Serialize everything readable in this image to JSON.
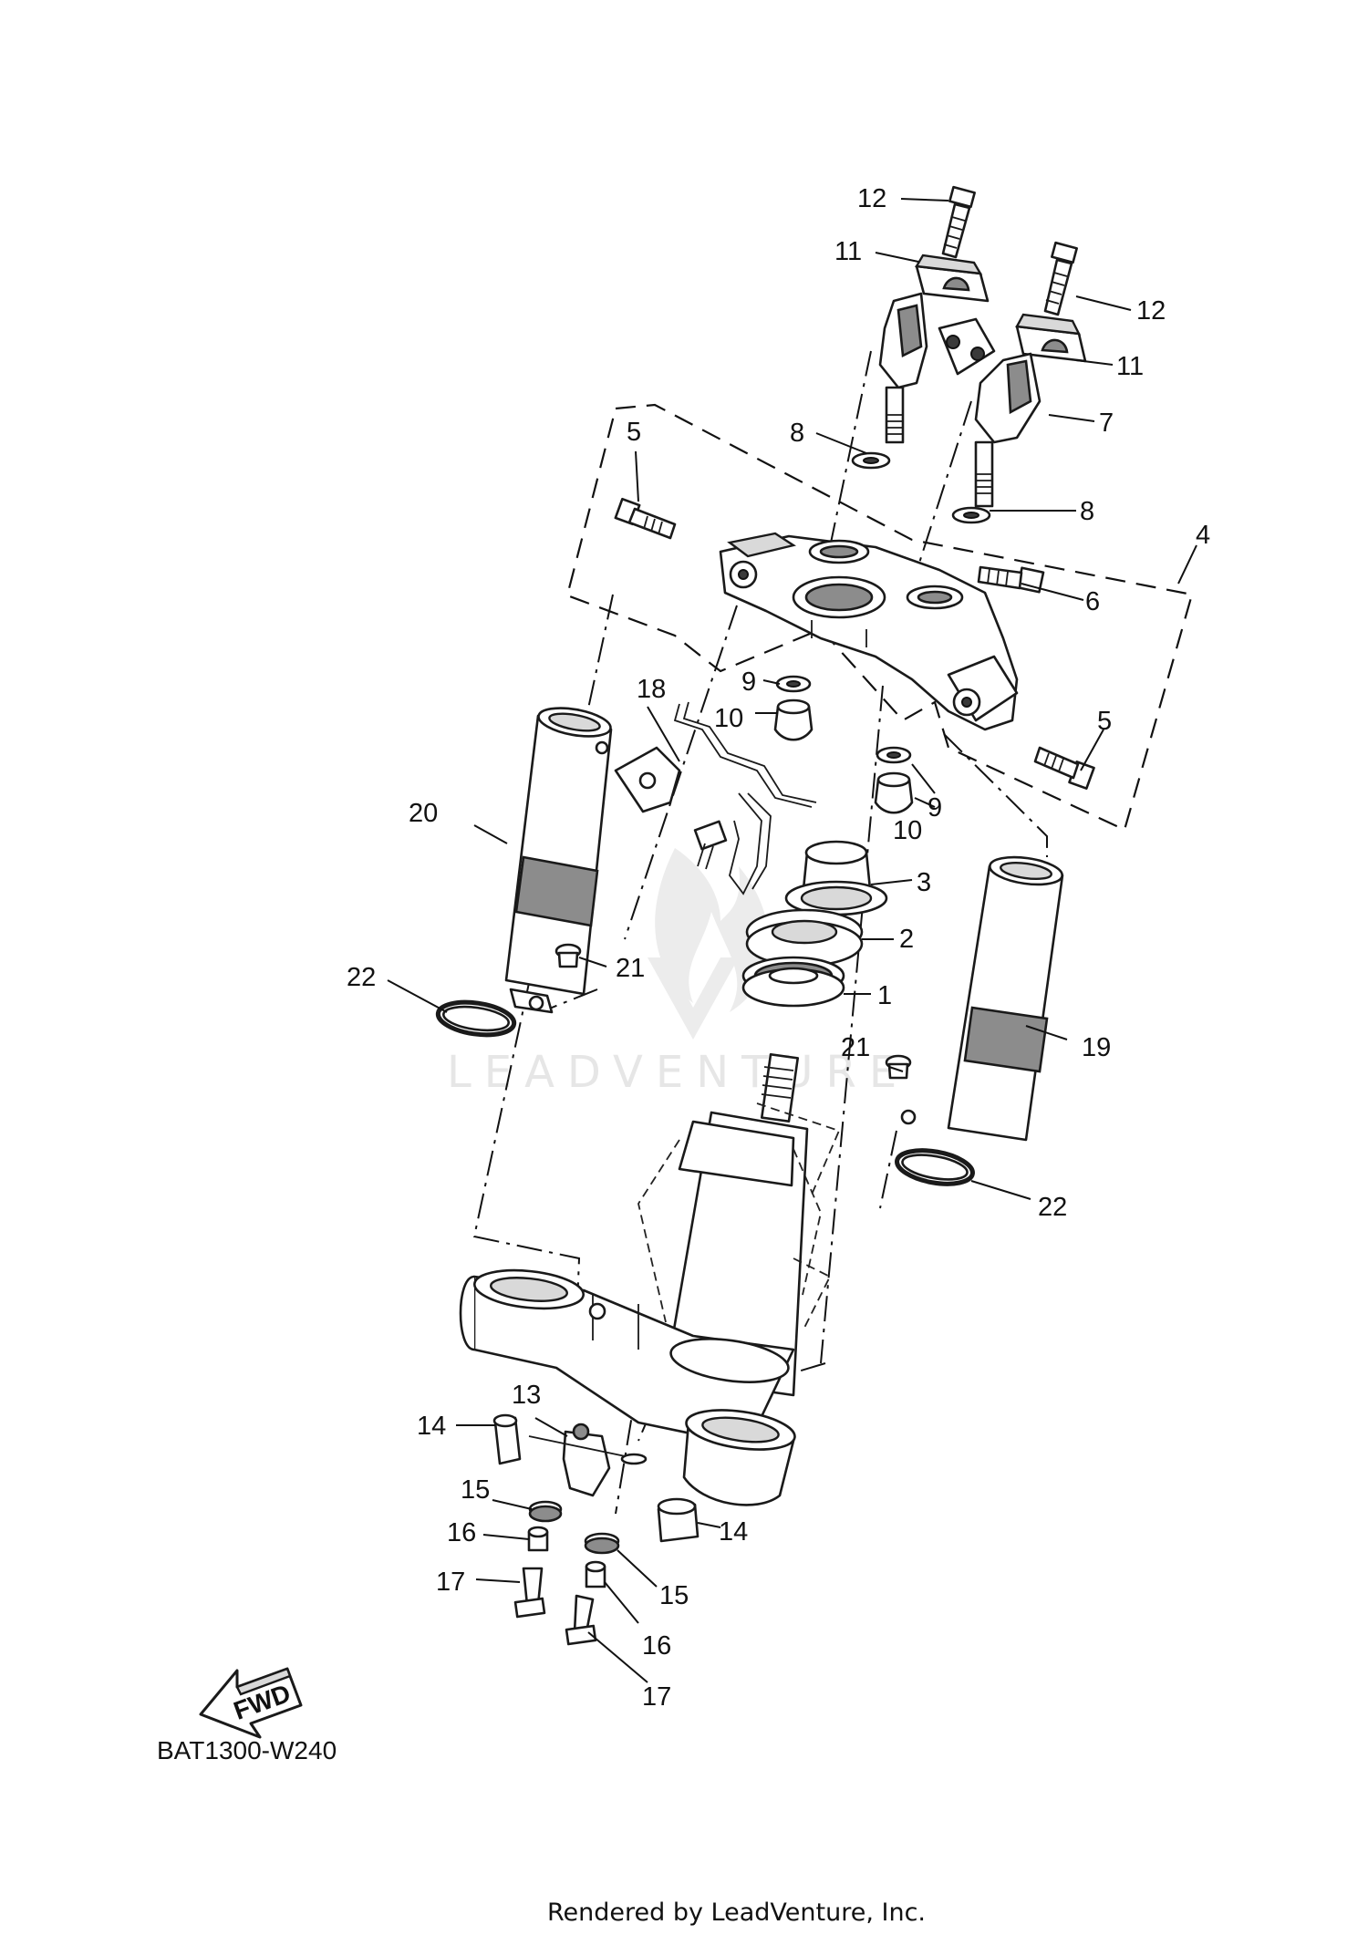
{
  "diagram": {
    "drawing_code": "BAT1300-W240",
    "rendered_by": "Rendered by LeadVenture, Inc.",
    "watermark": "LEADVENTURE",
    "fwd_label": "FWD",
    "callouts": {
      "c1": "1",
      "c2": "2",
      "c3": "3",
      "c4": "4",
      "c5a": "5",
      "c5b": "5",
      "c6": "6",
      "c7": "7",
      "c8a": "8",
      "c8b": "8",
      "c9a": "9",
      "c9b": "9",
      "c10a": "10",
      "c10b": "10",
      "c11a": "11",
      "c11b": "11",
      "c12a": "12",
      "c12b": "12",
      "c13": "13",
      "c14a": "14",
      "c14b": "14",
      "c15a": "15",
      "c15b": "15",
      "c16a": "16",
      "c16b": "16",
      "c17a": "17",
      "c17b": "17",
      "c18": "18",
      "c19": "19",
      "c20": "20",
      "c21a": "21",
      "c21b": "21",
      "c22a": "22",
      "c22b": "22"
    }
  }
}
